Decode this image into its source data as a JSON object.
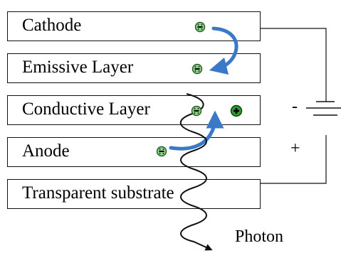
{
  "layers": [
    {
      "label": "Cathode"
    },
    {
      "label": "Emissive Layer"
    },
    {
      "label": "Conductive Layer"
    },
    {
      "label": "Anode"
    },
    {
      "label": "Transparent substrate"
    }
  ],
  "battery": {
    "minus_label": "-",
    "plus_label": "+"
  },
  "photon": {
    "label": "Photon"
  },
  "colors": {
    "electron_fill": "#8fd18c",
    "hole_fill": "#2e9c2e",
    "arrow": "#3a78c8",
    "line": "#111111"
  },
  "icons": {
    "electron": "electron-minus-icon",
    "hole": "hole-plus-icon",
    "arrow": "curved-arrow-icon",
    "photon": "wavy-photon-arrow-icon"
  }
}
